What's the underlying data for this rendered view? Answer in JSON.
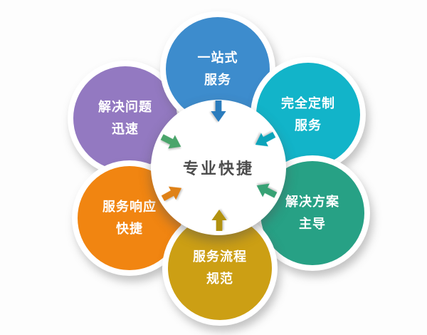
{
  "diagram": {
    "center": {
      "label": "专业快捷",
      "fill": "#ffffff",
      "text_color": "#4d4d4d"
    },
    "nodes": [
      {
        "position": "top",
        "line1": "一站式",
        "line2": "服务",
        "fill": "#3d8ccd"
      },
      {
        "position": "top-left",
        "line1": "解决问题",
        "line2": "迅速",
        "fill": "#9379c1"
      },
      {
        "position": "top-right",
        "line1": "完全定制",
        "line2": "服务",
        "fill": "#12b4c9"
      },
      {
        "position": "bottom-left",
        "line1": "服务响应",
        "line2": "快捷",
        "fill": "#f18511"
      },
      {
        "position": "bottom-right",
        "line1": "解决方案",
        "line2": "主导",
        "fill": "#27a185"
      },
      {
        "position": "bottom",
        "line1": "服务流程",
        "line2": "规范",
        "fill": "#cc9f14"
      }
    ],
    "arrows": [
      {
        "from": "top",
        "direction": "down",
        "color": "#2b7cbd"
      },
      {
        "from": "top-left",
        "direction": "down-right",
        "color": "#4aa56b"
      },
      {
        "from": "top-right",
        "direction": "down-left",
        "color": "#0da4ba"
      },
      {
        "from": "bottom-left",
        "direction": "up-right",
        "color": "#df8117"
      },
      {
        "from": "bottom-right",
        "direction": "up-left",
        "color": "#37a275"
      },
      {
        "from": "bottom",
        "direction": "up",
        "color": "#b29210"
      }
    ]
  }
}
